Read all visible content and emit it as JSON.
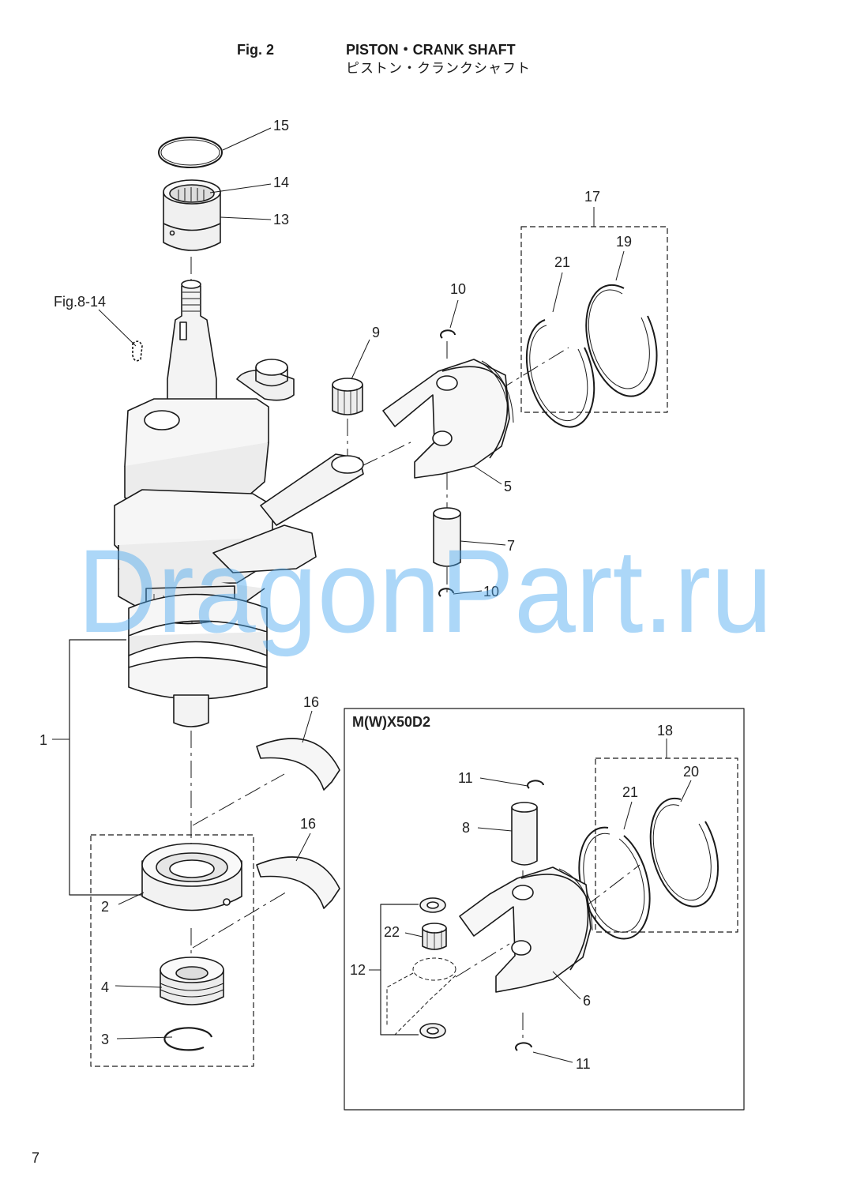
{
  "header": {
    "fig_label": "Fig. 2",
    "title_en": "PISTON・CRANK SHAFT",
    "title_jp": "ピストン・クランクシャフト"
  },
  "callouts": {
    "c1": "1",
    "c2": "2",
    "c3": "3",
    "c4": "4",
    "c5": "5",
    "c6": "6",
    "c7": "7",
    "c8": "8",
    "c9": "9",
    "c10a": "10",
    "c10b": "10",
    "c11a": "11",
    "c11b": "11",
    "c12": "12",
    "c13": "13",
    "c14": "14",
    "c15": "15",
    "c16a": "16",
    "c16b": "16",
    "c17": "17",
    "c18": "18",
    "c19": "19",
    "c20": "20",
    "c21a": "21",
    "c21b": "21",
    "c22": "22",
    "ref_fig": "Fig.8-14"
  },
  "inset": {
    "label": "M(W)X50D2"
  },
  "watermark": "DragonPart.ru",
  "page_number": "7",
  "colors": {
    "ink": "#1a1a1a",
    "part_fill": "#f2f2f2",
    "watermark": "#4aa8f0"
  }
}
